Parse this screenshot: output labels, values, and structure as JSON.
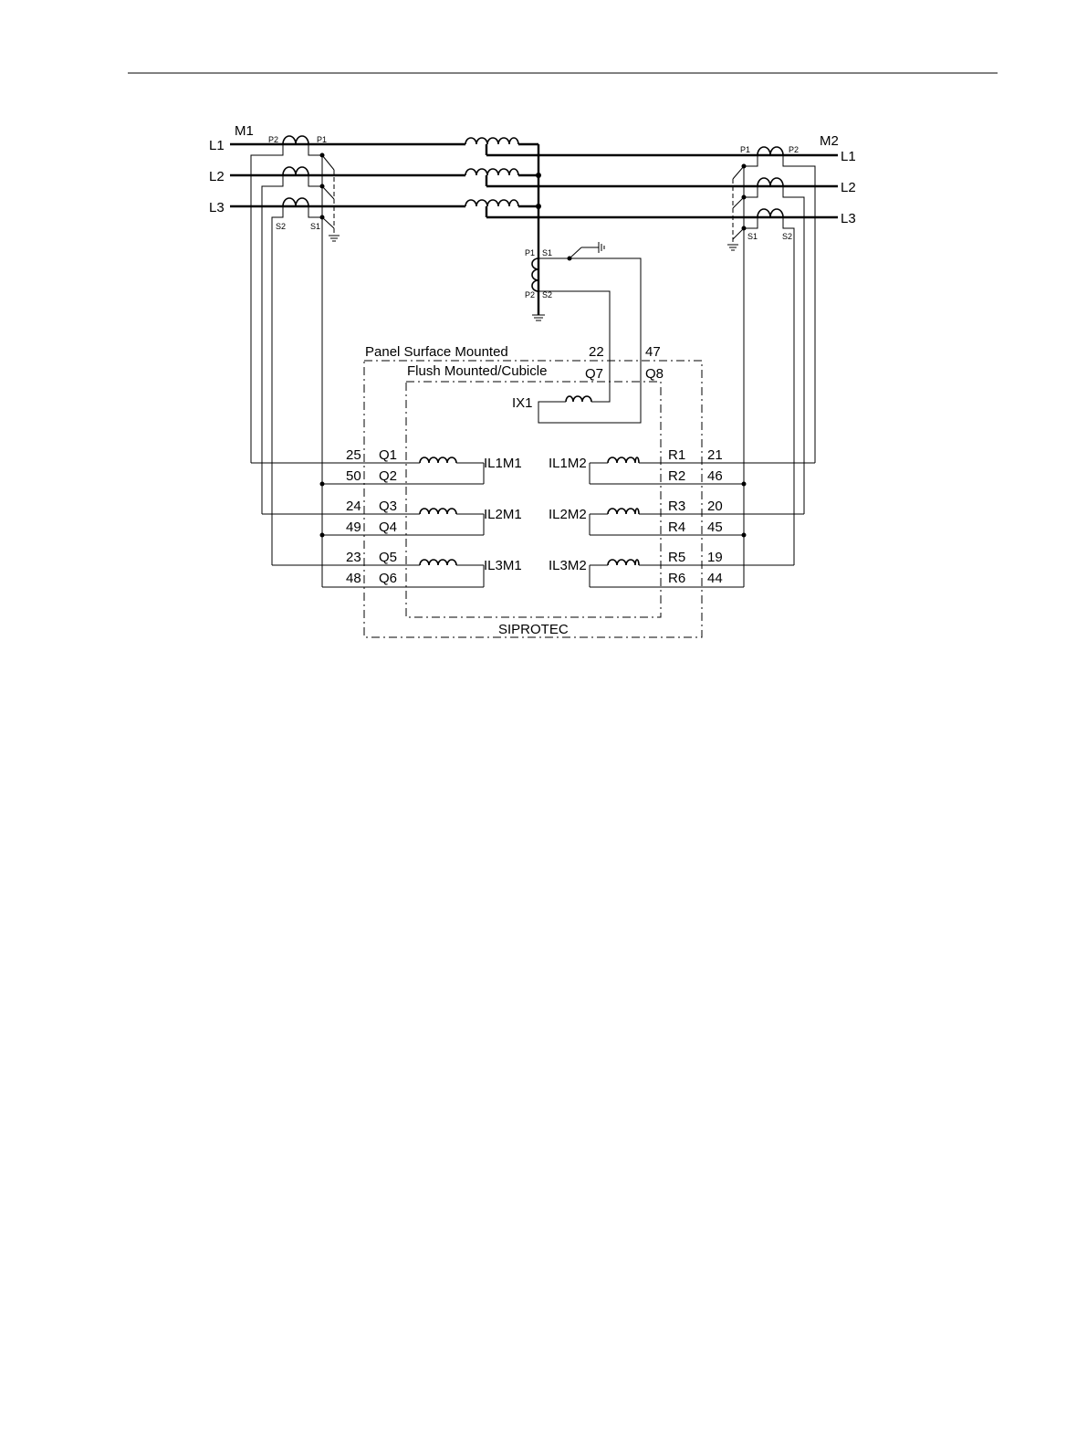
{
  "header_rule": true,
  "groups": {
    "m1": "M1",
    "m2": "M2",
    "panel": "Panel Surface Mounted",
    "flush": "Flush Mounted/Cubicle",
    "device": "SIPROTEC"
  },
  "phases_left": [
    "L1",
    "L2",
    "L3"
  ],
  "phases_right": [
    "L1",
    "L2",
    "L3"
  ],
  "ct_m1": {
    "p2": "P2",
    "p1": "P1",
    "s2": "S2",
    "s1": "S1"
  },
  "ct_m2": {
    "p1": "P1",
    "p2": "P2",
    "s1": "S1",
    "s2": "S2"
  },
  "star_ct": {
    "p1": "P1",
    "s1": "S1",
    "p2": "P2",
    "s2": "S2"
  },
  "ix": {
    "name": "IX1",
    "num_q7": "22",
    "num_q8": "47",
    "q7": "Q7",
    "q8": "Q8"
  },
  "left_rows": [
    {
      "num": "25",
      "term": "Q1",
      "coil": "IL1M1"
    },
    {
      "num": "50",
      "term": "Q2"
    },
    {
      "num": "24",
      "term": "Q3",
      "coil": "IL2M1"
    },
    {
      "num": "49",
      "term": "Q4"
    },
    {
      "num": "23",
      "term": "Q5",
      "coil": "IL3M1"
    },
    {
      "num": "48",
      "term": "Q6"
    }
  ],
  "right_rows": [
    {
      "term": "R1",
      "num": "21",
      "coil": "IL1M2"
    },
    {
      "term": "R2",
      "num": "46"
    },
    {
      "term": "R3",
      "num": "20",
      "coil": "IL2M2"
    },
    {
      "term": "R4",
      "num": "45"
    },
    {
      "term": "R5",
      "num": "19",
      "coil": "IL3M2"
    },
    {
      "term": "R6",
      "num": "44"
    }
  ]
}
